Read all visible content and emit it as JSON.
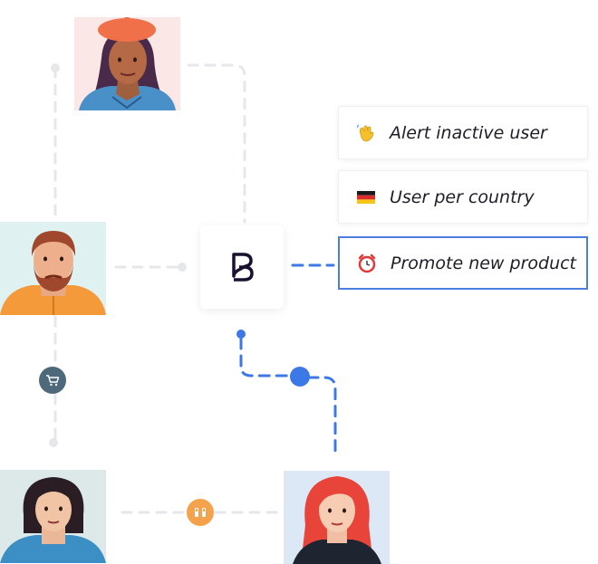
{
  "actions": [
    {
      "icon": "waving-hand-icon",
      "label": "Alert inactive user",
      "active": false
    },
    {
      "icon": "germany-flag-icon",
      "label": "User per country",
      "active": false
    },
    {
      "icon": "alarm-clock-icon",
      "label": "Promote new product",
      "active": true
    }
  ],
  "hub": {
    "icon": "brand-logo-icon"
  },
  "badges": [
    {
      "icon": "shopping-cart-icon",
      "color": "#4e6a7a"
    },
    {
      "icon": "gift-ribbon-icon",
      "color": "#f5a24c"
    }
  ],
  "colors": {
    "accent": "#3c78e6",
    "connector": "#e4e6ea",
    "logo": "#1a1030"
  }
}
